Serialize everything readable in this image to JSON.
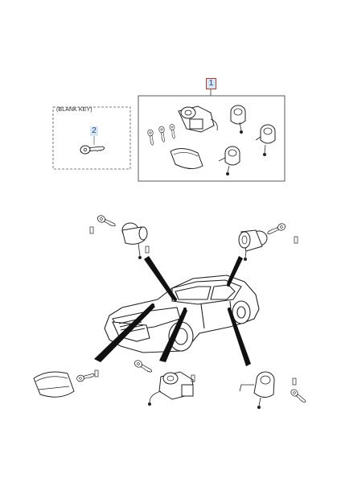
{
  "callouts": {
    "kit": "1",
    "blank_key": "2"
  },
  "blank_key_caption": "(BLANK KEY)",
  "colors": {
    "line": "#222222",
    "callout_fill": "#d6e6f5",
    "callout_border": "#c0392b",
    "callout_text": "#2a3f7a"
  }
}
